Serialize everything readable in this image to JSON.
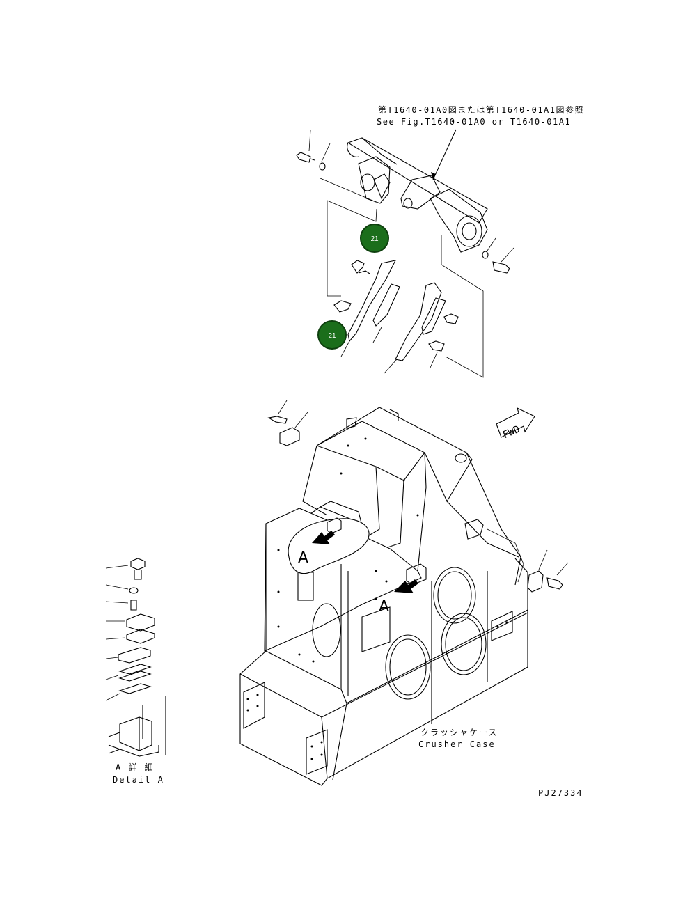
{
  "reference": {
    "jp": "第T1640-01A0図または第T1640-01A1図参照",
    "en": "See Fig.T1640-01A0 or T1640-01A1"
  },
  "callouts": [
    {
      "label": "21",
      "color": "#1b6e1b"
    },
    {
      "label": "21",
      "color": "#1b6e1b"
    }
  ],
  "view_labels": {
    "view_a_1": "A",
    "view_a_2": "A",
    "fwd": "FWD"
  },
  "crusher_case": {
    "jp": "クラッシャケース",
    "en": "Crusher Case"
  },
  "detail": {
    "jp": "A 詳 細",
    "en": "Detail A"
  },
  "figure_id": "PJ27334"
}
